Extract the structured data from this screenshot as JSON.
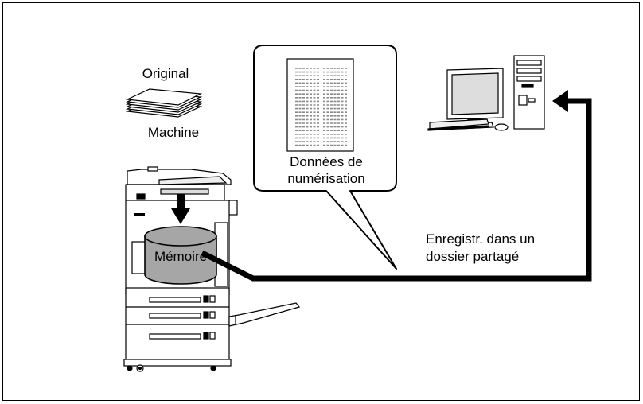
{
  "labels": {
    "original": "Original",
    "machine": "Machine",
    "scan_data_line1": "Données de",
    "scan_data_line2": "numérisation",
    "memory": "Mémoire",
    "save_line1": "Enregistr. dans un",
    "save_line2": "dossier partagé"
  },
  "icons": {
    "paper_stack": "paper-stack-icon",
    "scanned_page": "scanned-document-icon",
    "copier": "multifunction-printer-icon",
    "memory": "memory-cylinder-icon",
    "computer": "desktop-computer-icon"
  },
  "colors": {
    "line": "#000000",
    "memory_fill": "#a6a6a6",
    "page_text": "#8a8a8a"
  }
}
